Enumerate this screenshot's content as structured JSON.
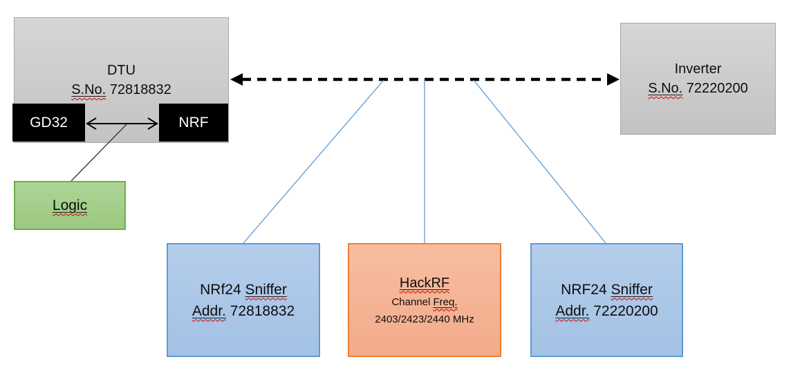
{
  "diagram": {
    "dtu": {
      "title": "DTU",
      "serial_label": "S.No.",
      "serial_number": "72818832",
      "gd32_label": "GD32",
      "nrf_label": "NRF"
    },
    "logic": {
      "label": "Logic"
    },
    "inverter": {
      "title": "Inverter",
      "serial_label": "S.No.",
      "serial_number": "72220200"
    },
    "sniffer_left": {
      "name_prefix": "NRf24",
      "name_word": "Sniffer",
      "addr_label": "Addr.",
      "addr_number": "72818832"
    },
    "hackrf": {
      "title": "HackRF",
      "channel_word": "Channel",
      "freq_word": "Freq.",
      "frequencies": "2403/2423/2440 MHz"
    },
    "sniffer_right": {
      "name_prefix": "NRF24",
      "name_word": "Sniffer",
      "addr_label": "Addr.",
      "addr_number": "72220200"
    }
  },
  "connectors": {
    "dtu_inverter": "dashed double-headed arrow",
    "gd32_nrf": "double-headed arrow",
    "arrow_to_logic": "thin line",
    "links_to_sniffers_and_hackrf": "thin blue lines"
  },
  "colors": {
    "gray_box_fill": "#cccccc",
    "gray_box_border": "#a6a6a6",
    "black_chip": "#000000",
    "green_fill": "#a5d08d",
    "green_border": "#70ad47",
    "blue_fill": "#adc9e9",
    "blue_border": "#5b9bd5",
    "orange_fill": "#f5b596",
    "orange_border": "#ed7d31",
    "connector_blue": "#5b9bd5",
    "squiggle_red": "#cc0000",
    "arrow_black": "#000000"
  }
}
